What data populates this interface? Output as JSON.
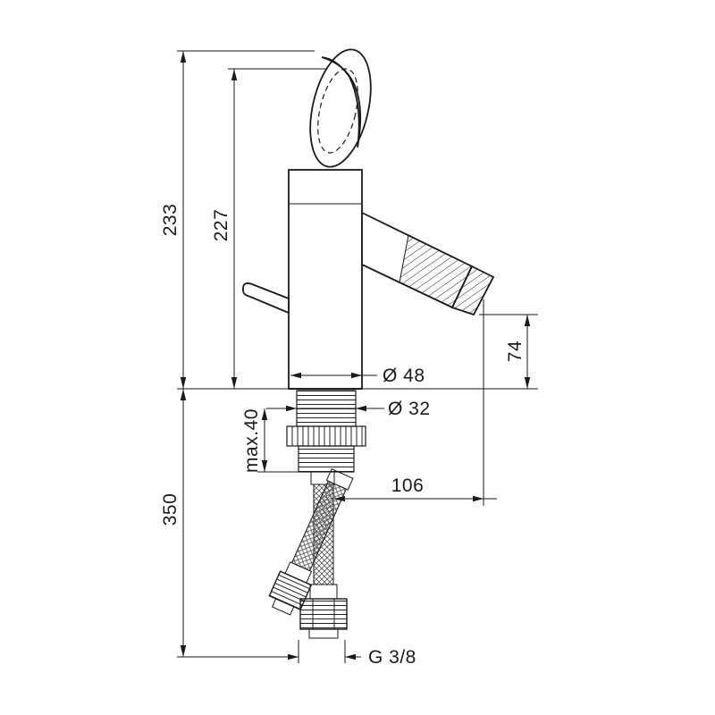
{
  "drawing": {
    "dimensions": {
      "total_height": "233",
      "height_to_spout_top": "227",
      "spout_to_base": "74",
      "base_diameter": "Ø 48",
      "hole_diameter": "Ø 32",
      "max_panel_thickness": "max.40",
      "spout_reach": "106",
      "hose_length": "350",
      "connection_thread": "G 3/8"
    }
  }
}
